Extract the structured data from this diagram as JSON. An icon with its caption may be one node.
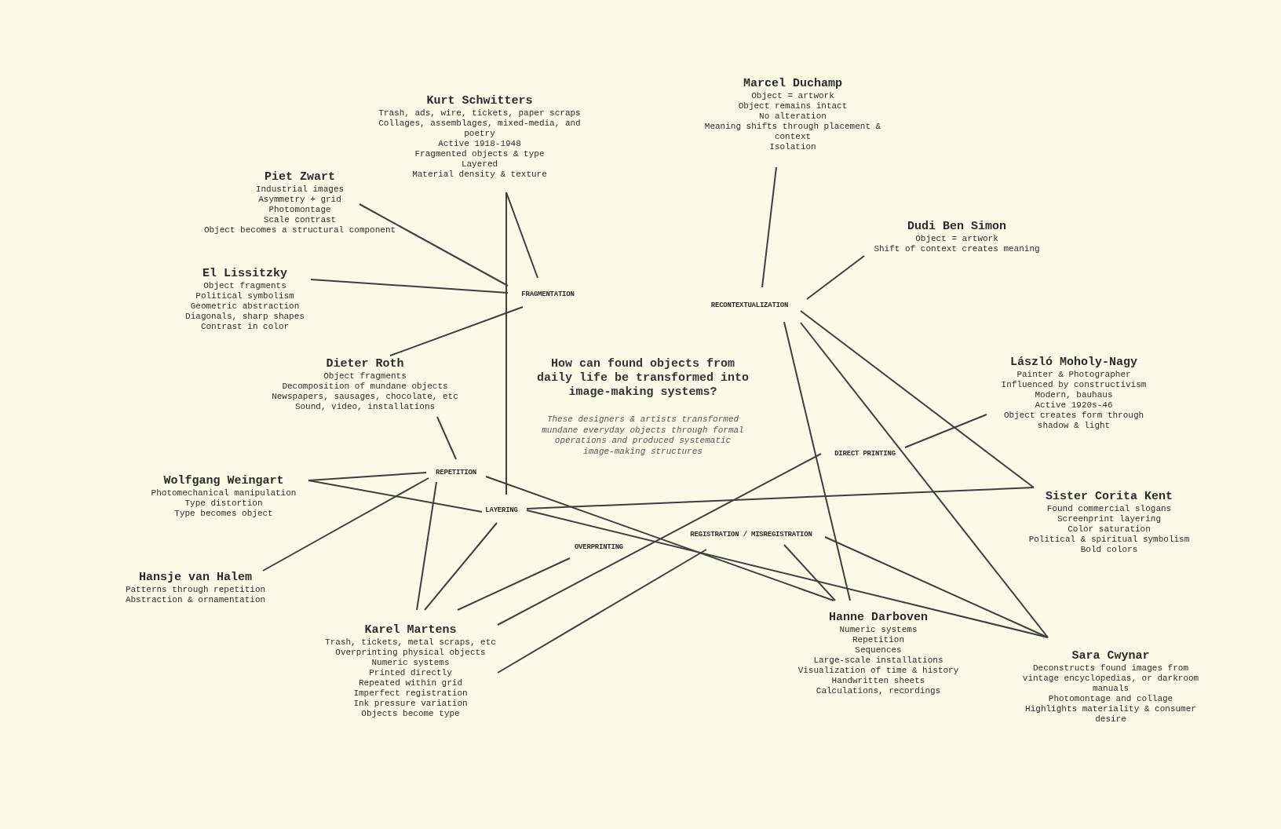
{
  "diagram": {
    "title": "How can found objects from daily life be transformed into image-making systems?",
    "nodes": [
      {
        "text": [
          "Marcel Duchamp",
          "Object = artwork",
          "Object remains intact",
          "No alteration",
          "Meaning shifts through placement & context",
          "Isolation"
        ]
      },
      {
        "text": [
          "Kurt Schwitters",
          "Trash, ads, wire, tickets, paper scraps",
          "Collages, assemblages, mixed-media, and poetry",
          "Active 1918-1948",
          "Fragmented objects & type",
          "Layered",
          "Material density & texture"
        ]
      },
      {
        "text": [
          "Piet Zwart",
          "Industrial images",
          "Asymmetry + grid",
          "Photomontage",
          "Scale contrast",
          "Object becomes a structural component"
        ]
      },
      {
        "text": [
          "Dudi Ben Simon",
          "Object = artwork",
          "Shift of context creates meaning"
        ]
      },
      {
        "text": [
          "El Lissitzky",
          "Object fragments",
          "Political symbolism",
          "Geometric abstraction",
          "Diagonals, sharp shapes",
          "Contrast in color"
        ]
      },
      {
        "text": [
          "FRAGMENTATION"
        ]
      },
      {
        "text": [
          "RECONTEXTUALIZATION"
        ]
      },
      {
        "text": [
          "Dieter Roth",
          "Object fragments",
          "Decomposition of mundane objects",
          "Newspapers, sausages, chocolate, etc",
          "Sound, video, installations"
        ]
      },
      {
        "text": [
          "László Moholy-Nagy",
          "Painter & Photographer",
          "Influenced by constructivism",
          "Modern, bauhaus",
          "Active 1920s-46",
          "Object creates form through shadow & light"
        ]
      },
      {
        "text": [
          "DIRECT PRINTING"
        ]
      },
      {
        "text": [
          "REPETITION"
        ]
      },
      {
        "text": [
          "Wolfgang Weingart",
          "Photomechanical manipulation",
          "Type distortion",
          "Type becomes object"
        ]
      },
      {
        "text": [
          "Sister Corita Kent",
          "Found commercial slogans",
          "Screenprint layering",
          "Color saturation",
          "Political & spiritual symbolism",
          "Bold colors"
        ]
      },
      {
        "text": [
          "LAYERING"
        ]
      },
      {
        "text": [
          "REGISTRATION / MISREGISTRATION"
        ]
      },
      {
        "text": [
          "OVERPRINTING"
        ]
      },
      {
        "text": [
          "Hansje van Halem",
          "Patterns through repetition",
          "Abstraction & ornamentation"
        ]
      },
      {
        "text": [
          "Hanne Darboven",
          "Numeric systems",
          "Repetition",
          "Sequences",
          "Large-scale installations",
          "Visualization of time & history",
          "Handwritten sheets",
          "Calculations, recordings"
        ]
      },
      {
        "text": [
          "Karel Martens",
          "Trash, tickets, metal scraps, etc",
          "Overprinting physical objects",
          "Numeric systems",
          "Printed directly",
          "Repeated within grid",
          "Imperfect registration",
          "Ink pressure variation",
          "Objects become type"
        ]
      },
      {
        "text": [
          "Sara Cwynar",
          "Deconstructs found images from vintage encyclopedias, or darkroom manuals",
          "Photomontage and collage",
          "Highlights materiality & consumer desire"
        ]
      }
    ],
    "edges": [
      {
        "from": 1,
        "to": 5,
        "arrow": "none"
      },
      {
        "from": 1,
        "to": 13,
        "arrow": "none"
      },
      {
        "from": 2,
        "to": 5,
        "arrow": "none"
      },
      {
        "from": 4,
        "to": 5,
        "arrow": "none"
      },
      {
        "from": 7,
        "to": 5,
        "arrow": "none"
      },
      {
        "from": 0,
        "to": 6,
        "arrow": "none"
      },
      {
        "from": 3,
        "to": 6,
        "arrow": "none"
      },
      {
        "from": 6,
        "to": 17,
        "arrow": "none"
      },
      {
        "from": 6,
        "to": 19,
        "arrow": "none"
      },
      {
        "from": 6,
        "to": 12,
        "arrow": "none"
      },
      {
        "from": 8,
        "to": 9,
        "arrow": "none"
      },
      {
        "from": 9,
        "to": 18,
        "arrow": "none"
      },
      {
        "from": 7,
        "to": 10,
        "arrow": "none"
      },
      {
        "from": 11,
        "to": 10,
        "arrow": "none"
      },
      {
        "from": 11,
        "to": 13,
        "arrow": "none"
      },
      {
        "from": 16,
        "to": 10,
        "arrow": "none"
      },
      {
        "from": 18,
        "to": 10,
        "arrow": "none"
      },
      {
        "from": 18,
        "to": 13,
        "arrow": "none"
      },
      {
        "from": 18,
        "to": 15,
        "arrow": "none"
      },
      {
        "from": 18,
        "to": 14,
        "arrow": "none"
      },
      {
        "from": 10,
        "to": 17,
        "arrow": "none"
      },
      {
        "from": 13,
        "to": 12,
        "arrow": "none"
      },
      {
        "from": 13,
        "to": 19,
        "arrow": "none"
      },
      {
        "from": 14,
        "to": 17,
        "arrow": "none"
      },
      {
        "from": 14,
        "to": 19,
        "arrow": "none"
      }
    ],
    "labels": [
      "These designers & artists transformed mundane everyday objects through formal operations and produced systematic image-making structures"
    ]
  }
}
